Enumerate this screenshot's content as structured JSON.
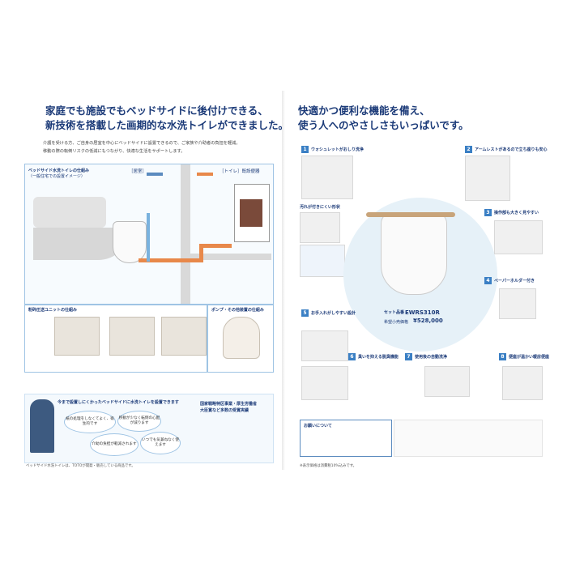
{
  "left": {
    "headline_1": "家庭でも施設でもベッドサイドに後付けできる、",
    "headline_2": "新技術を搭載した画期的な水洗トイレができました。",
    "intro_1": "介護を受ける方、ご自身の居室を中心にベッドサイドに設置できるので、ご家族や介助者の負担を軽減。",
    "intro_2": "移動の際の転倒リスクの低減にもつながり、快適な生活をサポートします。",
    "diagram_title": "ベッドサイド水洗トイレの仕組み",
    "diagram_subtitle": "（一般住宅での設置イメージ）",
    "room_label": "［居室］",
    "toilet_room_label": "［トイレ］既設便器",
    "step_panel_title": "粉砕圧送ユニットの仕組み",
    "pump_panel_title": "ポンプ・その他装置の仕組み",
    "bottom_lead": "今まで設置しにくかったベッドサイドに水洗トイレを設置できます",
    "clouds": [
      "紙の処理をしなくてよく、衛生的です",
      "移動が少なく転倒の心配が減ります",
      "介助の負担が軽減されます",
      "いつでも気兼ねなく使えます"
    ],
    "award_title": "国家戦略特区事業・厚生労働省",
    "award_body": "大臣賞など多数の受賞実績",
    "footer": "ベッドサイド水洗トイレは、TOTOが開発・販売している商品です。"
  },
  "right": {
    "headline_1": "快適かつ便利な機能を備え、",
    "headline_2": "使う人へのやさしさもいっぱいです。",
    "features": [
      {
        "num": "1",
        "title": "ウォシュレットがおしり洗浄"
      },
      {
        "num": "2",
        "title": "アームレストがあるので立ち座りも安心"
      },
      {
        "num": "3",
        "title": "操作部も大きく見やすい"
      },
      {
        "num": "4",
        "title": "ペーパーホルダー付き"
      },
      {
        "num": "5",
        "title": "お手入れがしやすい設計"
      },
      {
        "num": "6",
        "title": "臭いを抑える脱臭機能"
      },
      {
        "num": "7",
        "title": "使用後の自動洗浄"
      },
      {
        "num": "8",
        "title": "便座が温かい暖房便座"
      }
    ],
    "side_title": "汚れが付きにくい形状",
    "product_label": "セット品番",
    "product_code": "EWRS310R",
    "price_label": "希望小売価格",
    "price": "¥528,000",
    "notice_title": "お願いについて",
    "footer": "※表示価格は消費税10%込みです。"
  },
  "colors": {
    "navy": "#1b3a78",
    "accent_blue": "#3a7fc4",
    "pipe_orange": "#e8884a",
    "panel_bg": "#eef6fc"
  }
}
